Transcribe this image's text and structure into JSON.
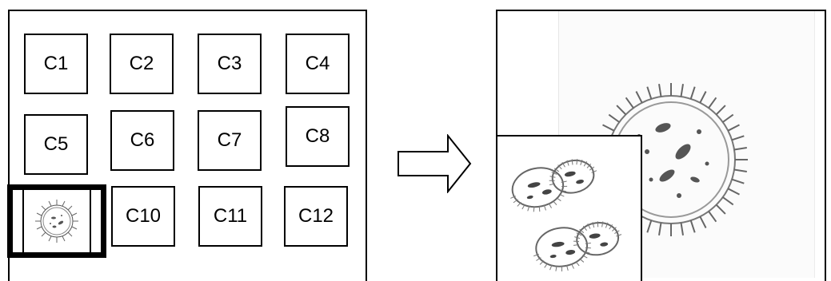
{
  "grid": {
    "cells": [
      "C1",
      "C2",
      "C3",
      "C4",
      "C5",
      "C6",
      "C7",
      "C8",
      "",
      "C10",
      "C11",
      "C12"
    ],
    "selected_cell_index": 8
  },
  "arrow_icon": "right-arrow-outline",
  "result": {
    "background_image": "large-microbe-zoomed",
    "inset_image": "two-dividing-bacteria"
  }
}
